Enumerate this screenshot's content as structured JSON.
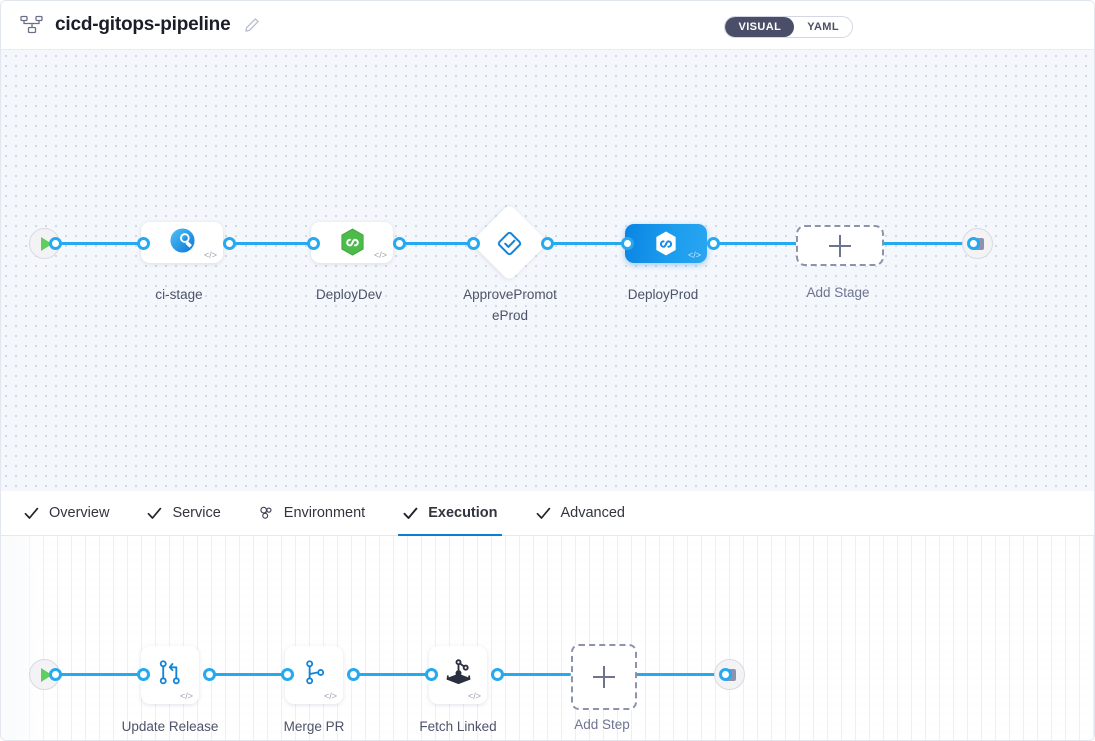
{
  "header": {
    "title": "cicd-gitops-pipeline",
    "pipeline_icon": "pipeline-nodes-icon",
    "edit_icon": "pencil-icon",
    "toggle": {
      "visual": "VISUAL",
      "yaml": "YAML",
      "active": "VISUAL"
    }
  },
  "stage_graph": {
    "start_node": "start-play-node",
    "end_node": "end-stop-node",
    "nodes": [
      {
        "label": "ci-stage",
        "icon": "ci-build-icon",
        "type": "card",
        "selected": false,
        "code_badge": "</>"
      },
      {
        "label": "DeployDev",
        "icon": "cd-hexagon-icon",
        "type": "card",
        "selected": false,
        "code_badge": "</>"
      },
      {
        "label": "ApprovePromot\neProd",
        "icon": "approval-check-icon",
        "type": "diamond",
        "selected": false,
        "code_badge": ""
      },
      {
        "label": "DeployProd",
        "icon": "cd-hexagon-icon",
        "type": "card",
        "selected": true,
        "code_badge": "</>"
      },
      {
        "label": "Add Stage",
        "icon": "plus-icon",
        "type": "add",
        "selected": false,
        "code_badge": ""
      }
    ]
  },
  "tabs": [
    {
      "label": "Overview",
      "icon": "check-icon",
      "active": false
    },
    {
      "label": "Service",
      "icon": "check-icon",
      "active": false
    },
    {
      "label": "Environment",
      "icon": "environment-icon",
      "active": false
    },
    {
      "label": "Execution",
      "icon": "check-icon",
      "active": true
    },
    {
      "label": "Advanced",
      "icon": "check-icon",
      "active": false
    }
  ],
  "step_graph": {
    "start_node": "start-play-node",
    "end_node": "end-stop-node",
    "nodes": [
      {
        "label": "Update Release\nRepo",
        "icon": "git-merge-icon",
        "type": "card",
        "code_badge": "</>"
      },
      {
        "label": "Merge PR",
        "icon": "git-branch-icon",
        "type": "card",
        "code_badge": "</>"
      },
      {
        "label": "Fetch Linked\nApps",
        "icon": "harness-gitops-icon",
        "type": "card",
        "code_badge": "</>"
      },
      {
        "label": "Add Step",
        "icon": "plus-icon",
        "type": "add",
        "code_badge": ""
      }
    ]
  },
  "colors": {
    "wire": "#27a9f0",
    "selected_stage": "#0b84e8",
    "active_tab_underline": "#0b7fd4",
    "start_play": "#5ece5e",
    "toggle_active_bg": "#4a4e68",
    "canvas_bg": "#f4f8fc"
  }
}
